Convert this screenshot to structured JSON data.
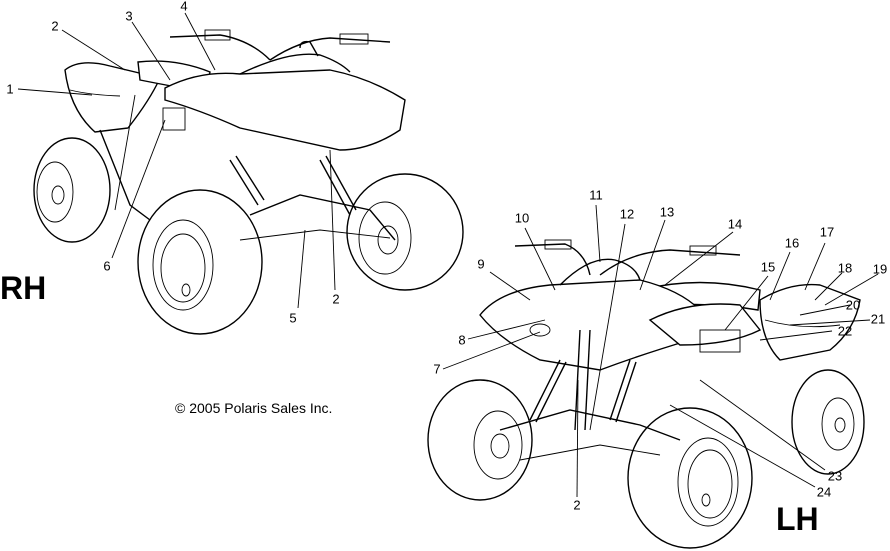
{
  "sides": {
    "right": "RH",
    "left": "LH"
  },
  "copyright": "© 2005 Polaris Sales Inc.",
  "callouts_rh": [
    "1",
    "2",
    "3",
    "4",
    "5",
    "6",
    "2"
  ],
  "callouts_lh": [
    "7",
    "8",
    "9",
    "10",
    "11",
    "12",
    "13",
    "14",
    "15",
    "16",
    "17",
    "18",
    "19",
    "20",
    "21",
    "22",
    "23",
    "24",
    "2"
  ]
}
